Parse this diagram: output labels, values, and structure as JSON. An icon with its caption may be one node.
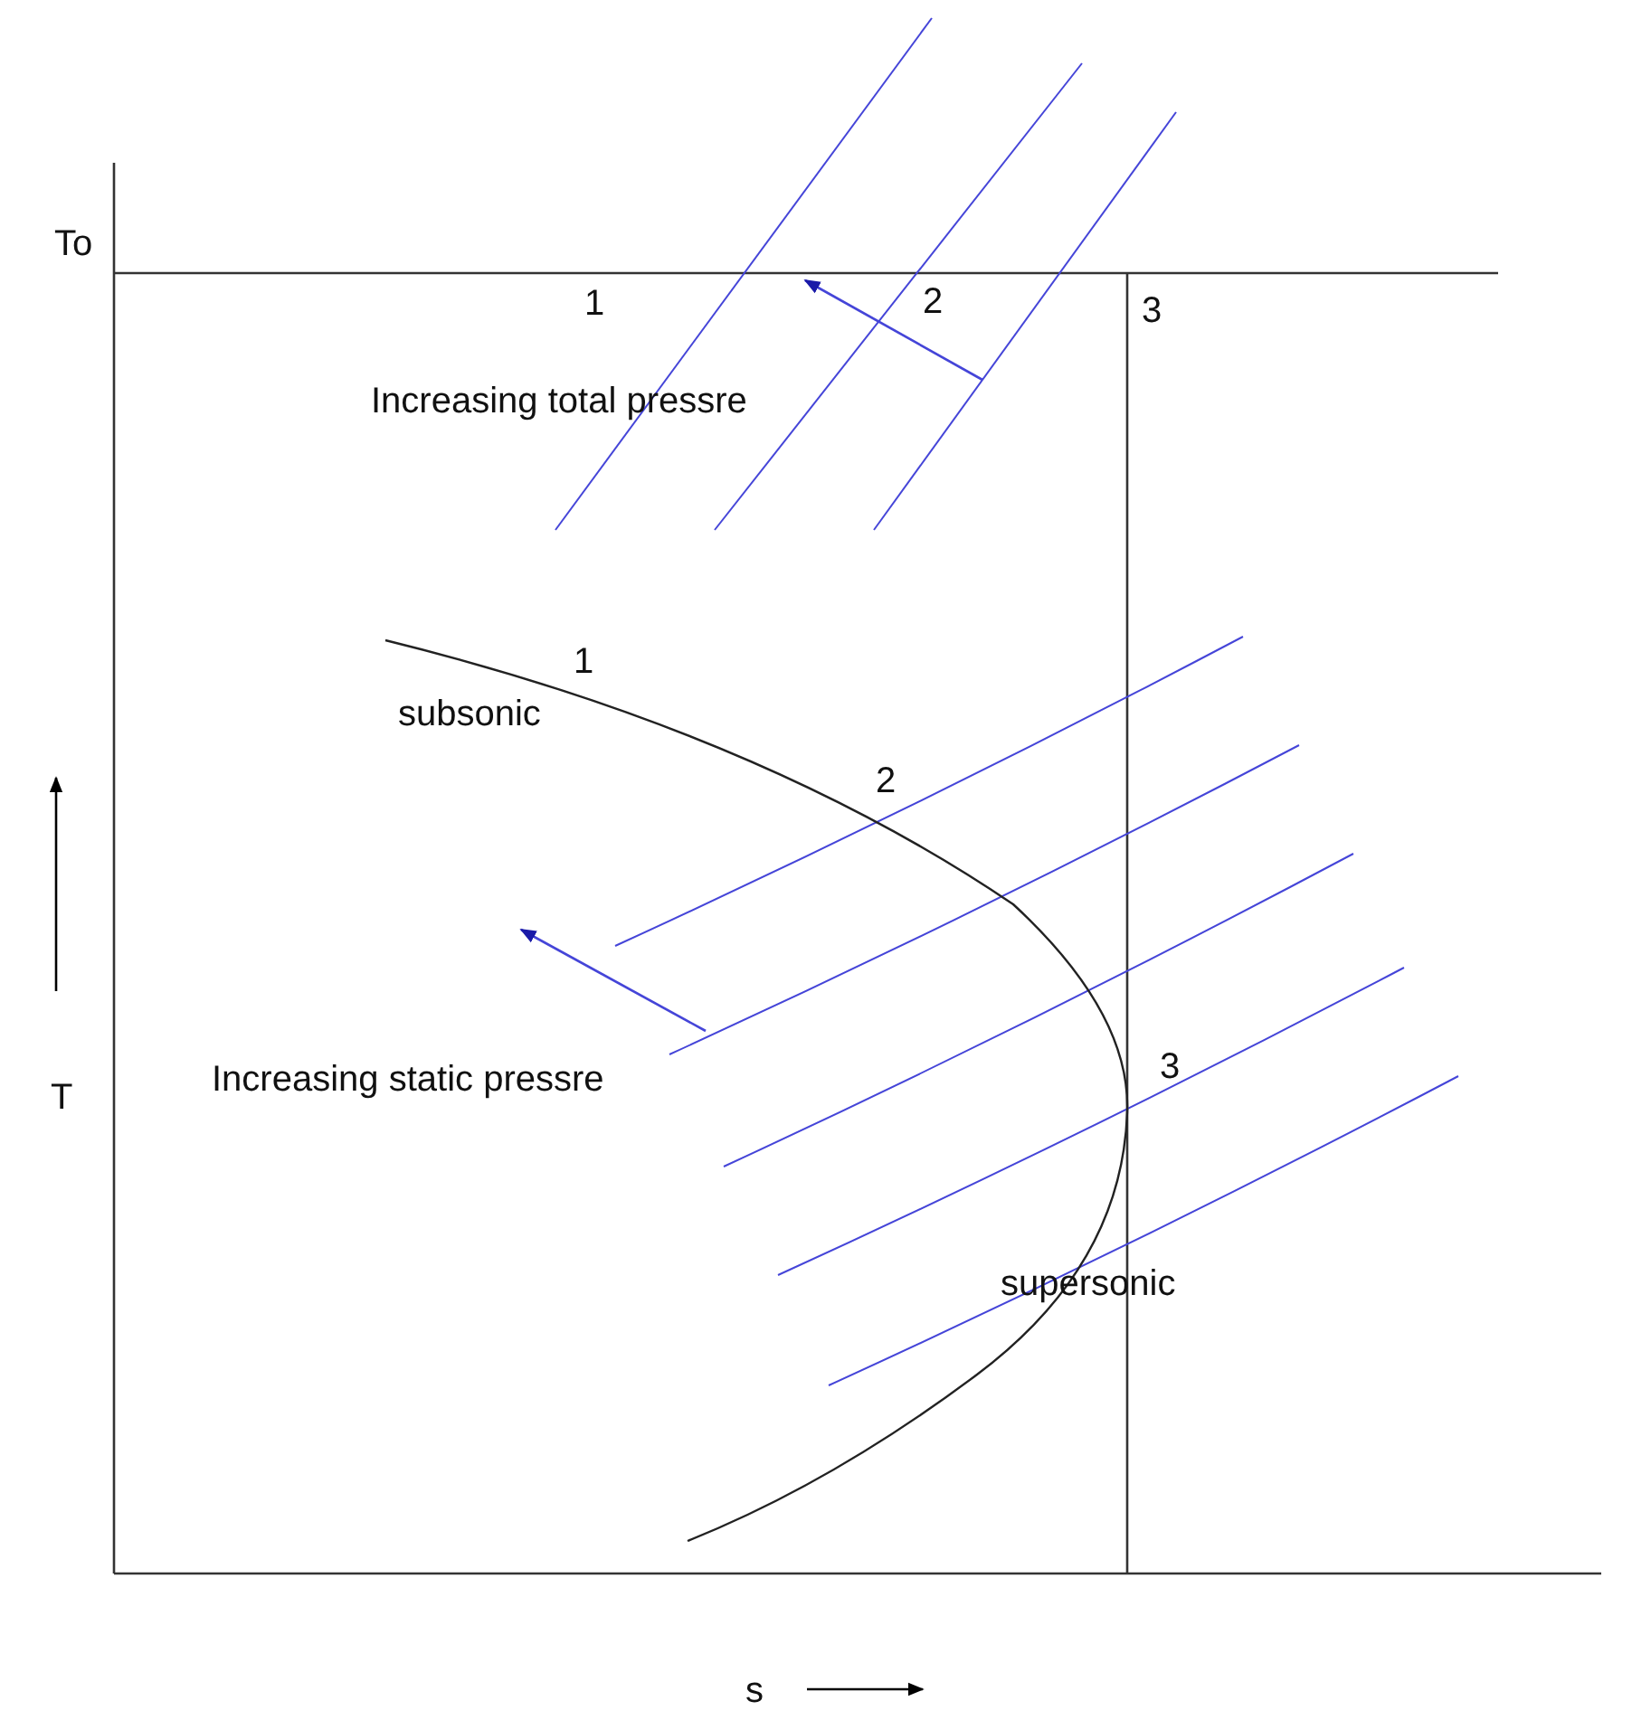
{
  "diagram": {
    "labels": [
      "To",
      "1",
      "2",
      "3",
      "Increasing total pressre",
      "1",
      "subsonic",
      "2",
      "T",
      "Increasing static pressre",
      "3",
      "supersonic",
      "s"
    ]
  }
}
